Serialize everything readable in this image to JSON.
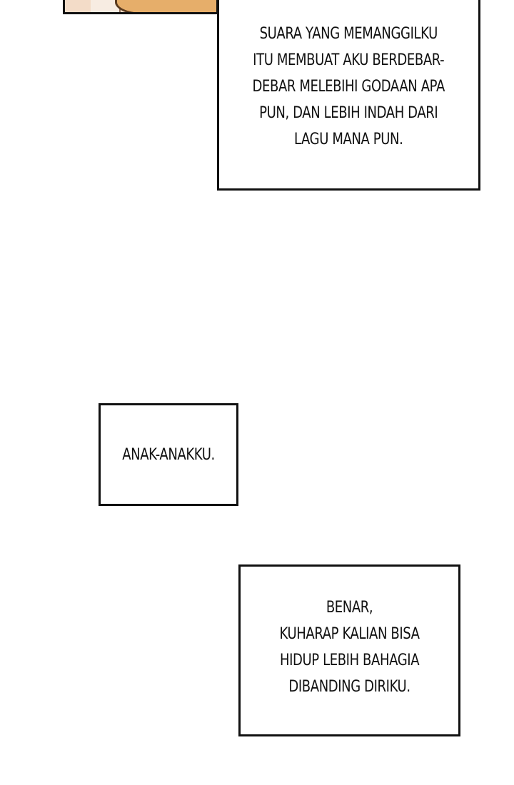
{
  "captions": [
    {
      "lines": [
        "SUARA YANG MEMANGGILKU",
        "ITU MEMBUAT AKU BERDEBAR-",
        "DEBAR MELEBIHI GODAAN APA",
        "PUN, DAN LEBIH INDAH DARI",
        "LAGU MANA PUN."
      ]
    },
    {
      "lines": [
        "ANAK-ANAKKU."
      ]
    },
    {
      "lines": [
        "BENAR,",
        "KUHARAP KALIAN BISA",
        "HIDUP LEBIH BAHAGIA",
        "DIBANDING DIRIKU."
      ]
    }
  ],
  "colors": {
    "border": "#111111",
    "background": "#ffffff",
    "skin": "#f3dcc8",
    "hair": "#e6ae6a"
  }
}
